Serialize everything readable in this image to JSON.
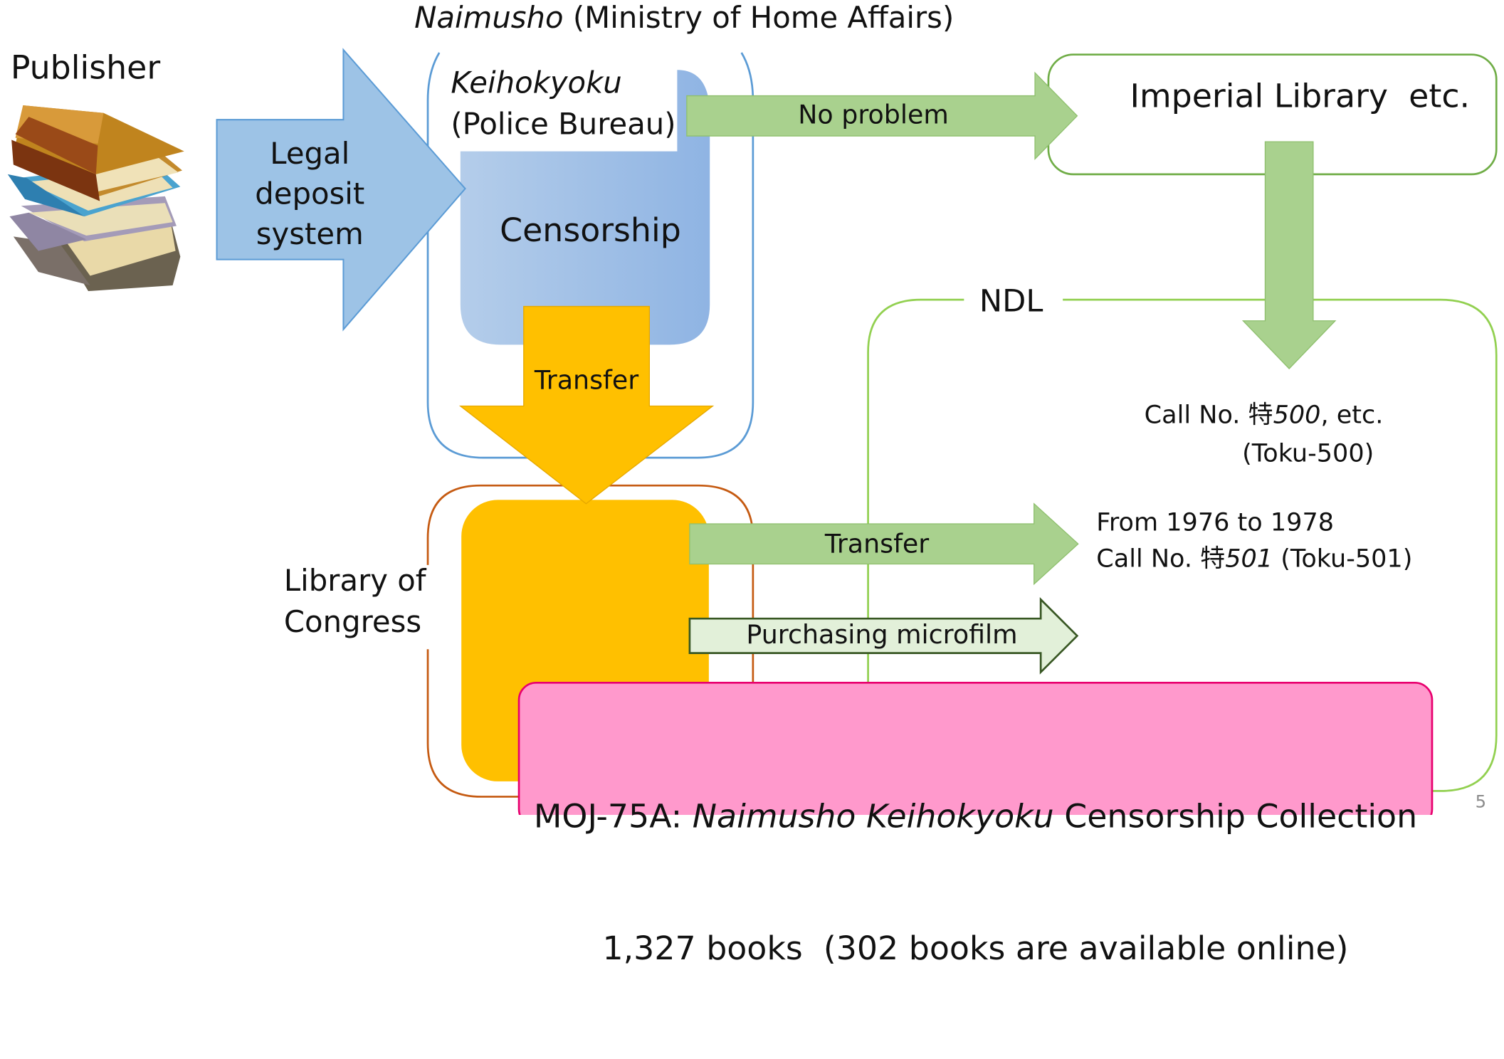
{
  "naimusho": {
    "name": "Naimusho",
    "rest": " (Ministry of Home Affairs)"
  },
  "publisher": "Publisher",
  "legal_deposit": [
    "Legal",
    "deposit",
    "system"
  ],
  "keihokyoku": {
    "name": "Keihokyoku",
    "sub": "(Police Bureau)"
  },
  "censorship": "Censorship",
  "transfer_down": "Transfer",
  "no_problem": "No problem",
  "imperial_library": "Imperial Library  etc.",
  "ndl": "NDL",
  "call_no_500": {
    "prefix": "Call No. 特",
    "num": "500",
    "suffix": ", etc.",
    "reading": "(Toku-500)"
  },
  "transfer_right": "Transfer",
  "from_years": "From 1976 to 1978",
  "call_no_501": {
    "prefix": "Call No. 特",
    "num": "501",
    "suffix": " (Toku-501)"
  },
  "purchasing": "Purchasing microfilm",
  "loc": [
    "Library of",
    "Congress"
  ],
  "moj": {
    "prefix": "MOJ-75A: ",
    "name": "Naimusho Keihokyoku",
    "rest": " Censorship Collection",
    "line2": "1,327 books  (302 books are available online)"
  },
  "page_number": "5",
  "colors": {
    "blue_arrow": "#9dc3e6",
    "blue_outline": "#5b9bd5",
    "green_arrow": "#a9d18e",
    "green_outline": "#70ad47",
    "orange": "#ffc000",
    "orange_outline": "#c55a11",
    "pink": "#ff99cc",
    "pink_outline": "#e8006e",
    "pale_green": "#e2f0d9",
    "dark_green_outline": "#385723"
  }
}
